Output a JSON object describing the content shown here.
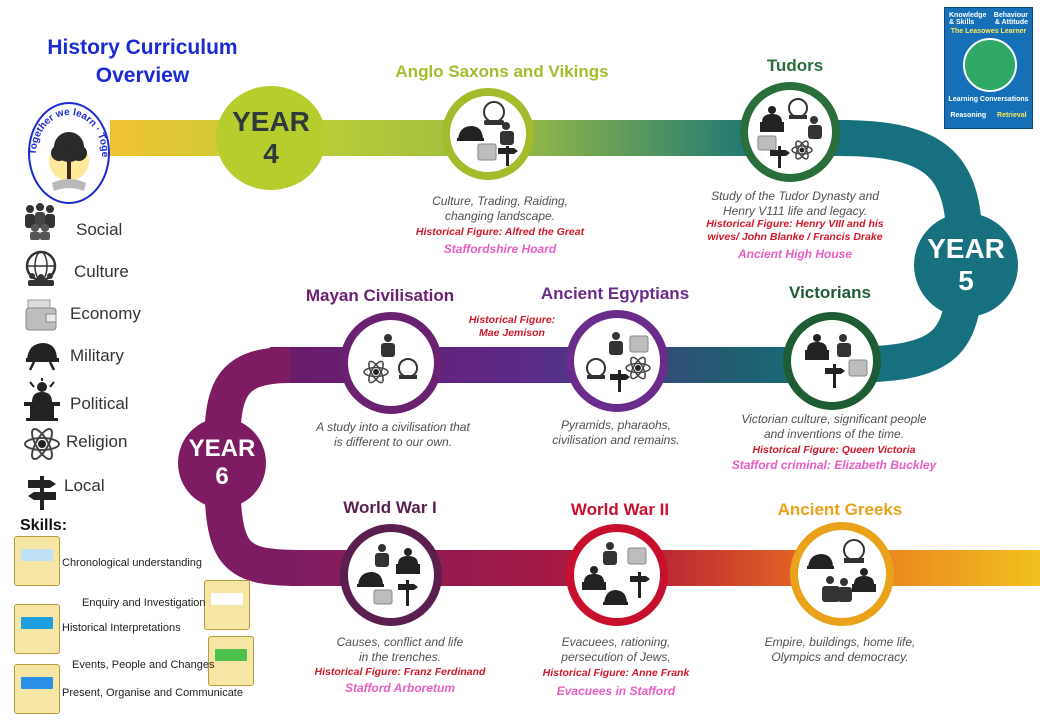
{
  "page": {
    "title_line1": "History Curriculum",
    "title_line2": "Overview"
  },
  "logo": {
    "motto": "Together we learn · Together we grow"
  },
  "badge": {
    "lines": [
      "Knowledge & Skills",
      "Behaviour & Attitude",
      "The Leasowes Learner",
      "Learning Conversations",
      "Reasoning",
      "Retrieval"
    ]
  },
  "legend": {
    "items": [
      {
        "label": "Social",
        "icon": "people-icon"
      },
      {
        "label": "Culture",
        "icon": "globe-people-icon"
      },
      {
        "label": "Economy",
        "icon": "wallet-icon"
      },
      {
        "label": "Military",
        "icon": "helmet-icon"
      },
      {
        "label": "Political",
        "icon": "podium-icon"
      },
      {
        "label": "Religion",
        "icon": "atom-icon"
      },
      {
        "label": "Local",
        "icon": "signpost-icon"
      }
    ]
  },
  "skills": {
    "heading": "Skills:",
    "items": [
      "Chronological understanding",
      "Enquiry and Investigation",
      "Historical Interpretations",
      "Events, People and Changes",
      "Present, Organise and Communicate"
    ]
  },
  "years": [
    {
      "word": "YEAR",
      "num": "4",
      "color": "#b7cd2e",
      "text": "#2f3b3b"
    },
    {
      "word": "YEAR",
      "num": "5",
      "color": "#17707e",
      "text": "#ffffff"
    },
    {
      "word": "YEAR",
      "num": "6",
      "color": "#7d1c63",
      "text": "#ffffff"
    }
  ],
  "topics": {
    "anglo": {
      "title": "Anglo Saxons and Vikings",
      "color": "#a3bc2c",
      "desc1": "Culture, Trading, Raiding,",
      "desc2": "changing landscape.",
      "figure": "Historical Figure: Alfred the Great",
      "local": "Staffordshire Hoard"
    },
    "tudors": {
      "title": "Tudors",
      "color": "#2a6e3c",
      "desc1": "Study of the Tudor Dynasty and",
      "desc2": "Henry V111 life and legacy.",
      "figure1": "Historical Figure: Henry VIII and his",
      "figure2": "wives/ John Blanke / Francis Drake",
      "local": "Ancient High House"
    },
    "victorians": {
      "title": "Victorians",
      "color": "#1e5c34",
      "desc1": "Victorian culture, significant people",
      "desc2": "and inventions of the time.",
      "figure": "Historical Figure: Queen Victoria",
      "local": "Stafford criminal: Elizabeth Buckley"
    },
    "egypt": {
      "title": "Ancient Egyptians",
      "color": "#6a2c8a",
      "figure1": "Historical Figure:",
      "figure2": "Mae Jemison",
      "desc1": "Pyramids, pharaohs,",
      "desc2": "civilisation and remains."
    },
    "maya": {
      "title": "Mayan Civilisation",
      "color": "#6a2170",
      "desc1": "A study into a civilisation that",
      "desc2": "is different to our own."
    },
    "ww1": {
      "title": "World War I",
      "color": "#5a1f4e",
      "desc1": "Causes, conflict and life",
      "desc2": "in the trenches.",
      "figure": "Historical Figure: Franz Ferdinand",
      "local": "Stafford Arboretum"
    },
    "ww2": {
      "title": "World War II",
      "color": "#c8102e",
      "desc1": "Evacuees, rationing,",
      "desc2": "persecution of Jews,",
      "figure": "Historical Figure: Anne Frank",
      "local": "Evacuees  in Stafford"
    },
    "greeks": {
      "title": "Ancient Greeks",
      "color": "#e9a21a",
      "desc1": "Empire, buildings, home life,",
      "desc2": "Olympics and democracy."
    }
  },
  "colors": {
    "title_blue": "#1a2bd1",
    "figure_red": "#d0182c",
    "local_pink": "#e85ec2"
  }
}
